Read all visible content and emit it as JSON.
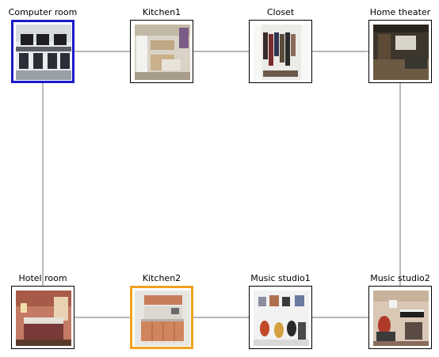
{
  "colors": {
    "edge": "#8c8c8c",
    "frame": "#000000",
    "current": "#1a1ac8",
    "target": "#f0a31e"
  },
  "nodes": [
    {
      "id": "computer-room",
      "label": "Computer room",
      "role": "current",
      "scene": "computer"
    },
    {
      "id": "kitchen1",
      "label": "Kitchen1",
      "role": "",
      "scene": "kitchen"
    },
    {
      "id": "closet",
      "label": "Closet",
      "role": "",
      "scene": "closet"
    },
    {
      "id": "home-theater",
      "label": "Home theater",
      "role": "",
      "scene": "theater"
    },
    {
      "id": "hotel-room",
      "label": "Hotel room",
      "role": "",
      "scene": "hotel"
    },
    {
      "id": "kitchen2",
      "label": "Kitchen2",
      "role": "target",
      "scene": "kitchen2"
    },
    {
      "id": "music-studio1",
      "label": "Music studio1",
      "role": "",
      "scene": "studio1"
    },
    {
      "id": "music-studio2",
      "label": "Music studio2",
      "role": "",
      "scene": "studio2"
    }
  ],
  "edges": [
    [
      "computer-room",
      "kitchen1"
    ],
    [
      "kitchen1",
      "closet"
    ],
    [
      "closet",
      "home-theater"
    ],
    [
      "computer-room",
      "hotel-room"
    ],
    [
      "home-theater",
      "music-studio2"
    ],
    [
      "hotel-room",
      "kitchen2"
    ],
    [
      "kitchen2",
      "music-studio1"
    ],
    [
      "music-studio1",
      "music-studio2"
    ]
  ]
}
